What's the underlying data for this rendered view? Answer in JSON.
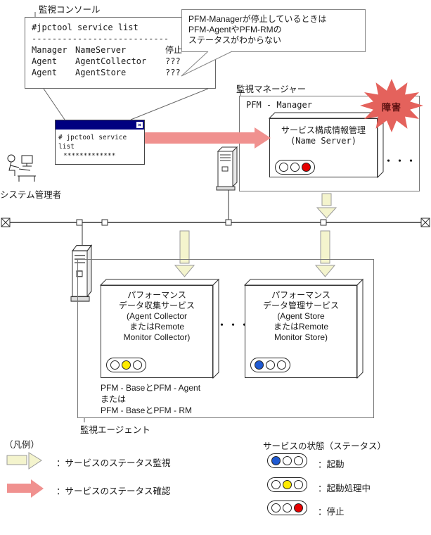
{
  "colors": {
    "pink_arrow": "#f0918f",
    "yellow_arrow": "#f4f4cd",
    "yellow_arrow_border": "#9a9a9a",
    "burst": "#e4625c",
    "burst_label": "#5a1010",
    "titlebar_blue": "#000080",
    "status_red": "#e60000",
    "status_blue": "#1f5ad2",
    "status_yellow": "#ffeb00",
    "status_white": "#ffffff"
  },
  "icons": {
    "close": "×"
  },
  "labels": {
    "console_area": "監視コンソール",
    "manager_area": "監視マネージャー",
    "agent_area": "監視エージェント",
    "sysadmin": "システム管理者",
    "legend_title": "（凡例）",
    "status_title": "サービスの状態（ステータス）"
  },
  "console_box": {
    "command": "#jpctool service list",
    "separator": "---------------------------",
    "rows": [
      {
        "type": "Manager",
        "service": "NameServer",
        "status": "停止"
      },
      {
        "type": "Agent",
        "service": "AgentCollector",
        "status": "???"
      },
      {
        "type": "Agent",
        "service": "AgentStore",
        "status": "???"
      }
    ]
  },
  "callout": {
    "text": "PFM-Managerが停止しているときは\nPFM-AgentやPFM-RMの\nステータスがわからない"
  },
  "terminal": {
    "command": "# jpctool service list",
    "output": "*************"
  },
  "manager": {
    "box_title": "PFM - Manager",
    "failure_label": "障害",
    "service": {
      "name_line1": "サービス構成情報管理",
      "name_line2": "(Name Server)",
      "status": [
        "white",
        "white",
        "red"
      ]
    },
    "ellipsis": "・・・"
  },
  "agents": {
    "ellipsis": "・・・",
    "collector": {
      "lines": [
        "パフォーマンス",
        "データ収集サービス",
        "(Agent Collector",
        "またはRemote",
        "Monitor Collector)"
      ],
      "status": [
        "white",
        "yellow",
        "white"
      ]
    },
    "store": {
      "lines": [
        "パフォーマンス",
        "データ管理サービス",
        "(Agent Store",
        "またはRemote",
        "Monitor Store)"
      ],
      "status": [
        "blue",
        "white",
        "white"
      ]
    },
    "note": "PFM - BaseとPFM - Agent\nまたは\nPFM - BaseとPFM - RM"
  },
  "legend": {
    "arrow_items": [
      {
        "label": "：サービスのステータス監視"
      },
      {
        "label": "：サービスのステータス確認"
      }
    ],
    "status_items": [
      {
        "circles": [
          "blue",
          "white",
          "white"
        ],
        "label": "：起動"
      },
      {
        "circles": [
          "white",
          "yellow",
          "white"
        ],
        "label": "：起動処理中"
      },
      {
        "circles": [
          "white",
          "white",
          "red"
        ],
        "label": "：停止"
      }
    ]
  }
}
